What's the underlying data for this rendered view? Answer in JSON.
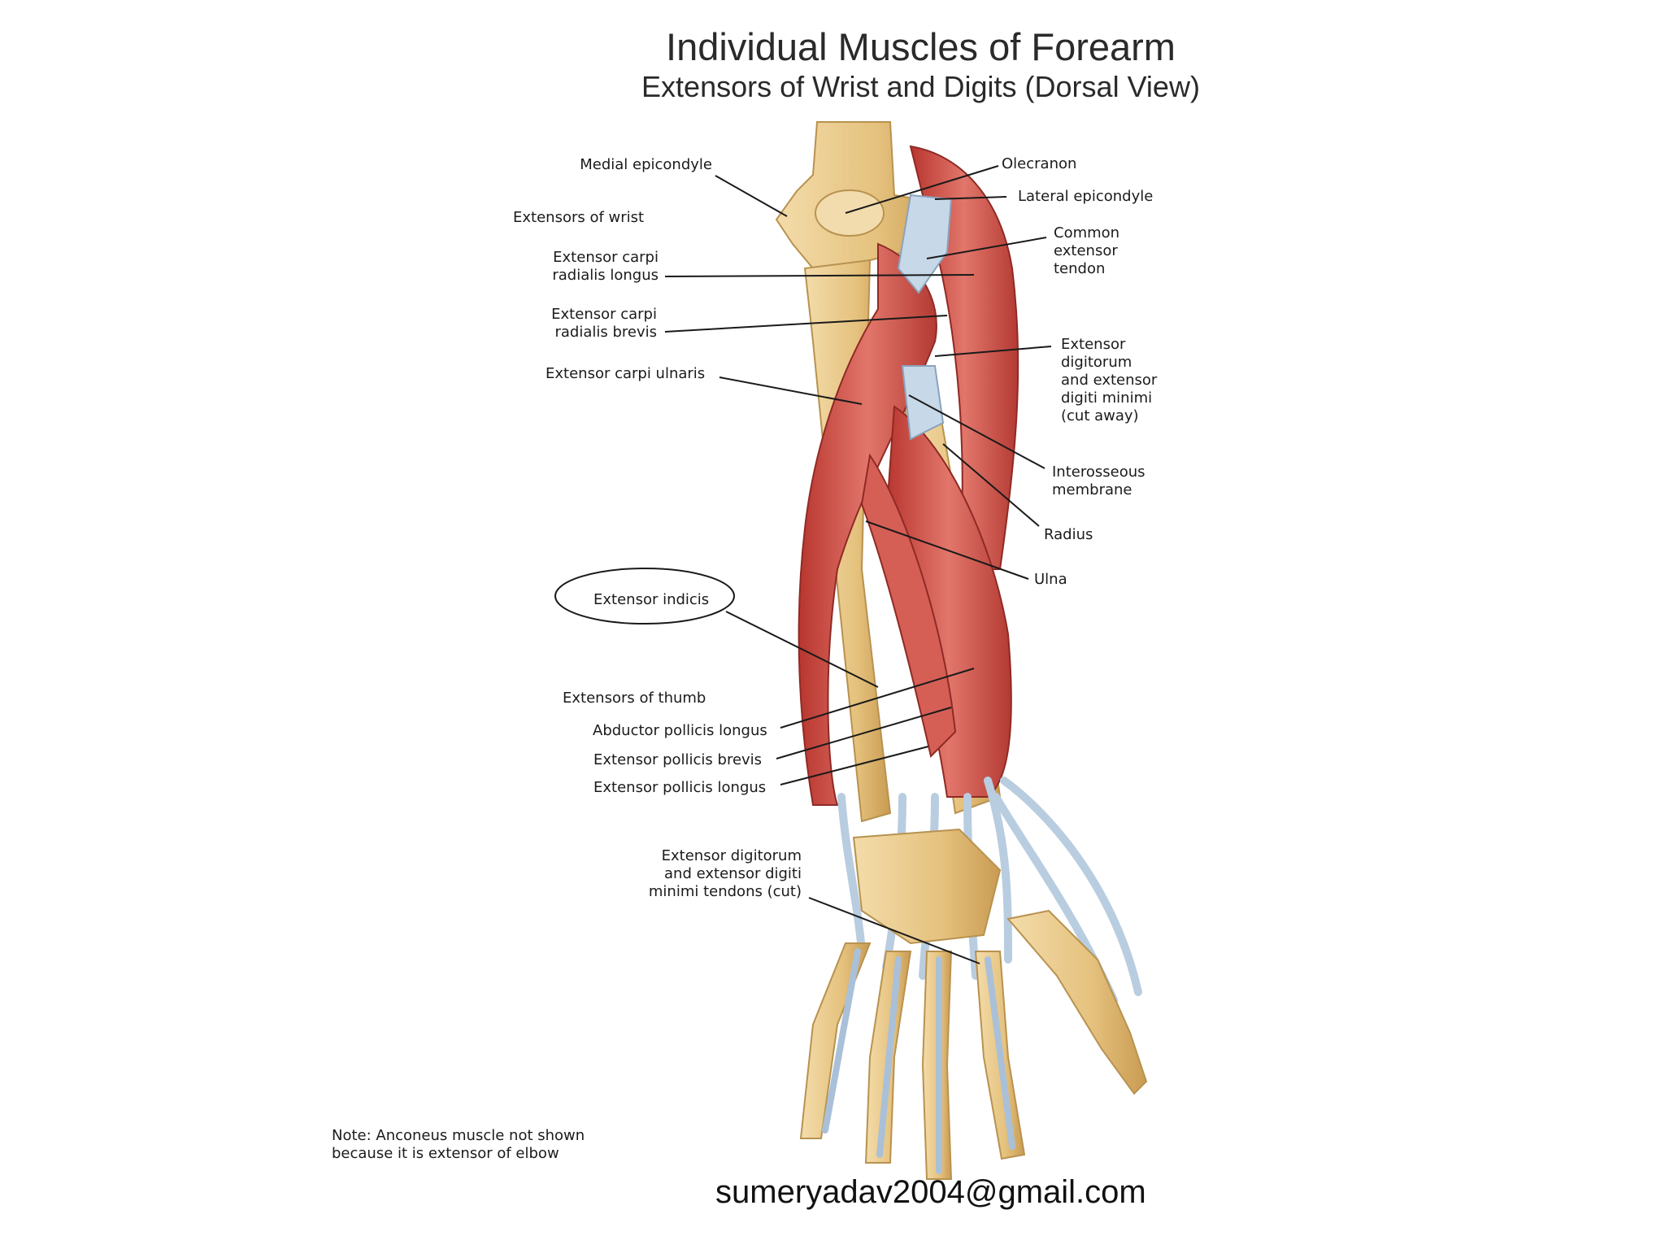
{
  "title": "Individual Muscles of Forearm",
  "subtitle": "Extensors of Wrist and Digits (Dorsal View)",
  "labels": {
    "medial_epicondyle": "Medial epicondyle",
    "extensors_of_wrist": "Extensors of wrist",
    "ecr_longus": "Extensor carpi\nradialis longus",
    "ecr_brevis": "Extensor carpi\nradialis brevis",
    "ec_ulnaris": "Extensor carpi ulnaris",
    "extensor_indicis": "Extensor indicis",
    "extensors_of_thumb": "Extensors of thumb",
    "abductor_pollicis_longus": "Abductor pollicis longus",
    "extensor_pollicis_brevis": "Extensor pollicis brevis",
    "extensor_pollicis_longus": "Extensor pollicis longus",
    "ed_tendons_cut": "Extensor digitorum\nand extensor digiti\nminimi tendons (cut)",
    "olecranon": "Olecranon",
    "lateral_epicondyle": "Lateral epicondyle",
    "common_extensor_tendon": "Common\nextensor\ntendon",
    "ed_cut_away": "Extensor\ndigitorum\nand extensor\ndigiti minimi\n(cut away)",
    "interosseous_membrane": "Interosseous\nmembrane",
    "radius": "Radius",
    "ulna": "Ulna"
  },
  "note": "Note: Anconeus muscle not shown\nbecause it is extensor of elbow",
  "email": "sumeryadav2004@gmail.com",
  "colors": {
    "muscle": "#c8453f",
    "muscle_light": "#e07a6e",
    "bone": "#e9c98a",
    "bone_shade": "#c9a05a",
    "tendon": "#b9cde0",
    "leader": "#1a1a1a"
  }
}
